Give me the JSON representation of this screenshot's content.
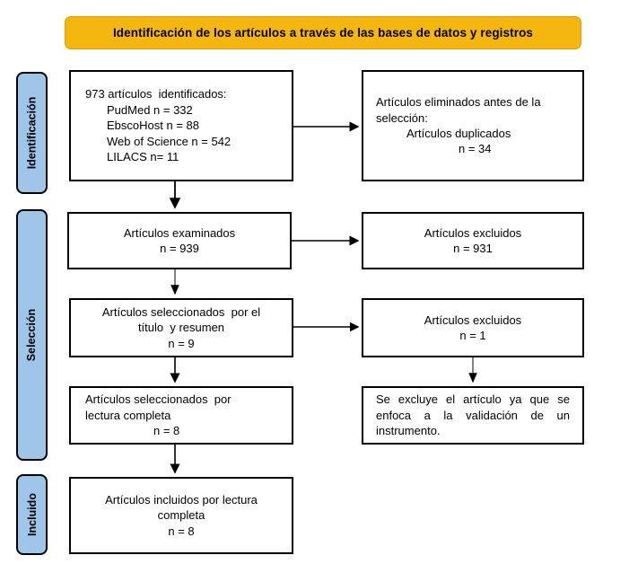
{
  "banner": {
    "label": "Identificación  de los artículos a través de las bases de datos y registros",
    "color": "#F5B60F"
  },
  "stages": {
    "color": "#9FC5E8",
    "items": [
      {
        "id": "identificacion",
        "label": "Identificación"
      },
      {
        "id": "seleccion",
        "label": "Selección"
      },
      {
        "id": "incluido",
        "label": "Incluido"
      }
    ]
  },
  "boxes": {
    "identified": {
      "line1": "973 artículos  identificados:",
      "line2": "PudMed n = 332",
      "line3": "EbscoHost n = 88",
      "line4": "Web of Science n = 542",
      "line5": "LILACS n= 11"
    },
    "removed": {
      "line1": "Artículos eliminados antes de la",
      "line2": "selección:",
      "line3": "Artículos duplicados",
      "line4": "n = 34"
    },
    "screened": {
      "line1": "Artículos examinados",
      "line2": "n = 939"
    },
    "excluded_931": {
      "line1": "Artículos excluidos",
      "line2": "n = 931"
    },
    "title_abstract": {
      "line1": "Artículos seleccionados  por el",
      "line2": "título  y resumen",
      "line3": "n = 9"
    },
    "excluded_1": {
      "line1": "Artículos excluidos",
      "line2": "n = 1"
    },
    "fulltext_selected": {
      "line1": "Artículos seleccionados  por",
      "line2": "lectura completa",
      "line3": "n = 8"
    },
    "exclude_note": {
      "text": "Se excluye el artículo ya que se enfoca a la validación de un instrumento."
    },
    "included": {
      "line1": "Artículos incluidos por lectura",
      "line2": "completa",
      "line3": "n = 8"
    }
  }
}
